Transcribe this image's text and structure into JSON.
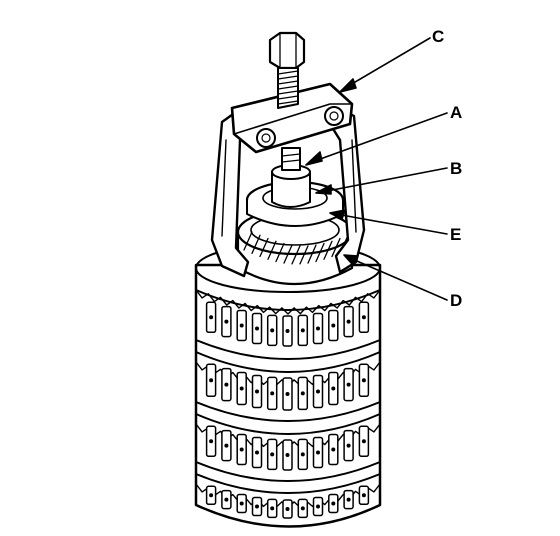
{
  "colors": {
    "ink": "#000000",
    "paper": "#ffffff"
  },
  "callouts": [
    {
      "id": "a",
      "text": "A"
    },
    {
      "id": "b",
      "text": "B"
    },
    {
      "id": "c",
      "text": "C"
    },
    {
      "id": "d",
      "text": "D"
    },
    {
      "id": "e",
      "text": "E"
    }
  ]
}
